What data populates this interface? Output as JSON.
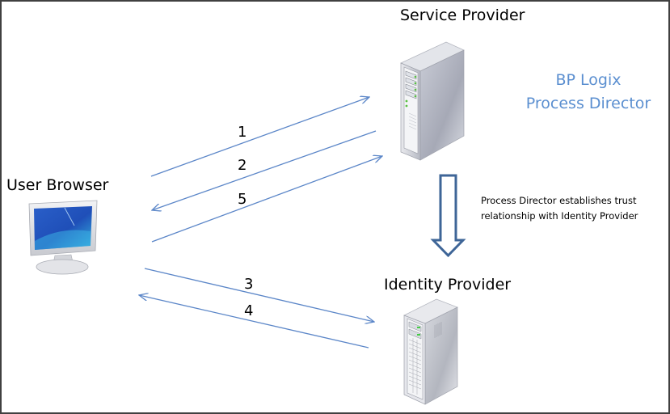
{
  "diagram": {
    "nodes": {
      "service_provider": {
        "label": "Service Provider"
      },
      "user_browser": {
        "label": "User Browser"
      },
      "identity_provider": {
        "label": "Identity Provider"
      }
    },
    "brand": {
      "line1": "BP Logix",
      "line2": "Process Director",
      "color": "#5b8fd0"
    },
    "trust_note": {
      "line1": "Process Director establishes trust",
      "line2": "relationship with Identity Provider"
    },
    "steps": [
      {
        "number": "1",
        "from": "user_browser",
        "to": "service_provider"
      },
      {
        "number": "2",
        "from": "service_provider",
        "to": "user_browser"
      },
      {
        "number": "3",
        "from": "user_browser",
        "to": "identity_provider"
      },
      {
        "number": "4",
        "from": "identity_provider",
        "to": "user_browser"
      },
      {
        "number": "5",
        "from": "user_browser",
        "to": "service_provider"
      }
    ],
    "colors": {
      "flow_arrow": "#5b86c8",
      "trust_arrow": "#3e6597"
    }
  }
}
